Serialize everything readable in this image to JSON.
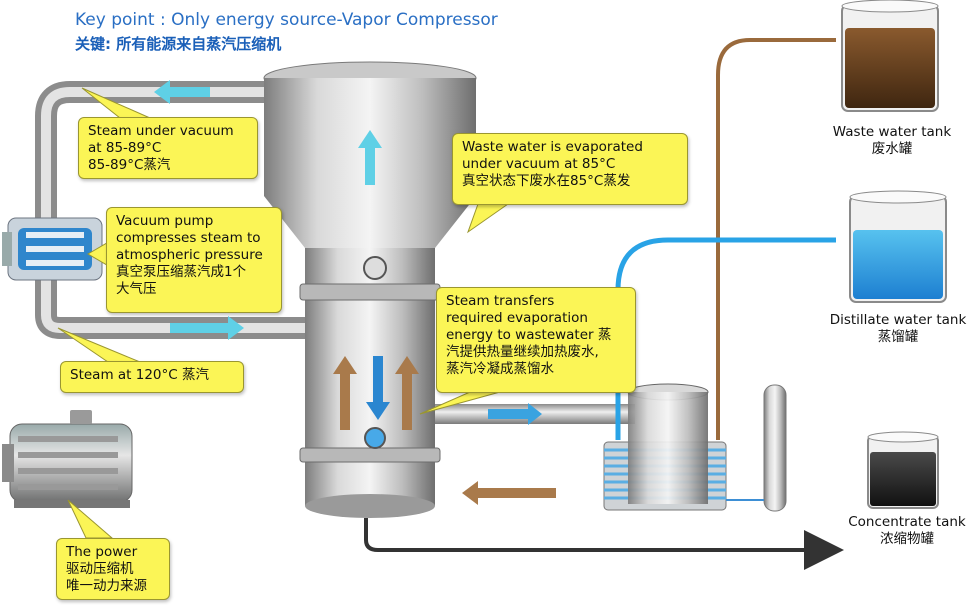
{
  "header": {
    "title_en": "Key point : Only energy source-Vapor Compressor",
    "title_zh": "关键: 所有能源来自蒸汽压缩机"
  },
  "callouts": {
    "steam_vacuum": "Steam under vacuum\nat 85-89°C\n85-89°C蒸汽",
    "wastewater_evaporated": "Waste water is evaporated\nunder vacuum at 85°C\n真空状态下废水在85°C蒸发",
    "vacuum_pump": "Vacuum pump\ncompresses steam to\natmospheric pressure\n真空泵压缩蒸汽成1个\n大气压",
    "steam_transfers": "Steam transfers\nrequired evaporation\nenergy to wastewater 蒸\n汽提供热量继续加热废水,\n蒸汽冷凝成蒸馏水",
    "steam_120": "Steam at 120°C 蒸汽",
    "power": "The power\n驱动压缩机\n唯一动力来源"
  },
  "tanks": {
    "waste": "Waste water tank\n废水罐",
    "distillate": "Distillate water tank\n蒸馏罐",
    "concentrate": "Concentrate tank\n浓缩物罐"
  },
  "colors": {
    "steam_arrow": "#5fd0e6",
    "hot_arrow": "#a97a4b",
    "cond_arrow": "#2a86d0",
    "waste_pipe": "#9a6a3c",
    "distillate_pipe": "#29a3e6",
    "concentrate_pipe": "#333333",
    "callout_fill": "#fbf556",
    "title": "#2a6fc4"
  }
}
